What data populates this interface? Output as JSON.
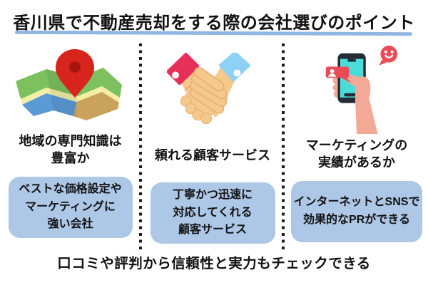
{
  "title": "香川県で不動産売却をする際の会社選びのポイント",
  "footer": "口コミや評判から信頼性と実力もチェックできる",
  "colors": {
    "underline-blue": "#8FB7E2",
    "box-blue": "#ADC7E6",
    "text-black": "#111111",
    "divider-black": "#1A1A1A",
    "map-green": "#7CC15E",
    "map-yellow": "#F2EFA4",
    "map-blue": "#5B9BD5",
    "map-tan": "#C9A35B",
    "pin-red": "#D7251D",
    "pin-inner-red": "#A61511",
    "sleeve-pink": "#E73059",
    "sleeve-blue": "#8DD2F4",
    "hand-tan": "#F5C88C",
    "hand-tan-shade": "#E9AC72",
    "phone-dark": "#262B38",
    "screen-teal": "#4ADCD8",
    "hand-salmon": "#F4A997",
    "bubble-red": "#EA4B55"
  },
  "columns": [
    {
      "icon": "map-pin-icon",
      "heading_lines": [
        "地域の専門知識は",
        "豊富か"
      ],
      "box_lines": [
        "ベストな価格設定や",
        "マーケティングに",
        "強い会社"
      ]
    },
    {
      "icon": "handshake-icon",
      "heading_lines": [
        "頼れる顧客サービス"
      ],
      "box_lines": [
        "丁寧かつ迅速に",
        "対応してくれる",
        "顧客サービス"
      ]
    },
    {
      "icon": "smartphone-sns-icon",
      "heading_lines": [
        "マーケティングの",
        "実績があるか"
      ],
      "box_lines": [
        "インターネットとSNSで",
        "効果的なPRができる"
      ]
    }
  ]
}
